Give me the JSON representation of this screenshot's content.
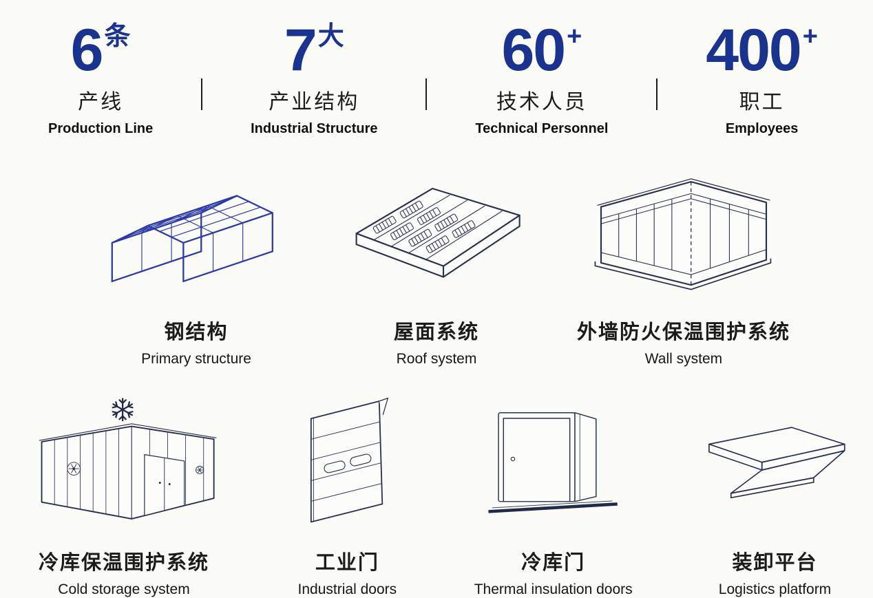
{
  "colors": {
    "accent_blue": "#1a338f",
    "steel_blue": "#2b3aa6",
    "line_ink": "#26304f",
    "text": "#1b1b1b",
    "background": "#fbfbf7"
  },
  "stats": [
    {
      "value": "6",
      "suffix": "条",
      "label_zh": "产线",
      "label_en": "Production Line"
    },
    {
      "value": "7",
      "suffix": "大",
      "label_zh": "产业结构",
      "label_en": "Industrial Structure"
    },
    {
      "value": "60",
      "suffix": "+",
      "label_zh": "技术人员",
      "label_en": "Technical Personnel"
    },
    {
      "value": "400",
      "suffix": "+",
      "label_zh": "职工",
      "label_en": "Employees"
    }
  ],
  "products_row1": [
    {
      "icon": "steel-structure-illustration",
      "label_zh": "钢结构",
      "label_en": "Primary structure"
    },
    {
      "icon": "roof-system-illustration",
      "label_zh": "屋面系统",
      "label_en": "Roof system"
    },
    {
      "icon": "wall-system-illustration",
      "label_zh": "外墙防火保温围护系统",
      "label_en": "Wall system"
    }
  ],
  "products_row2": [
    {
      "icon": "cold-storage-illustration",
      "label_zh": "冷库保温围护系统",
      "label_en": "Cold storage system"
    },
    {
      "icon": "industrial-door-illustration",
      "label_zh": "工业门",
      "label_en": "Industrial doors"
    },
    {
      "icon": "insulated-door-illustration",
      "label_zh": "冷库门",
      "label_en": "Thermal insulation doors"
    },
    {
      "icon": "loading-platform-illustration",
      "label_zh": "装卸平台",
      "label_en": "Logistics platform"
    }
  ]
}
